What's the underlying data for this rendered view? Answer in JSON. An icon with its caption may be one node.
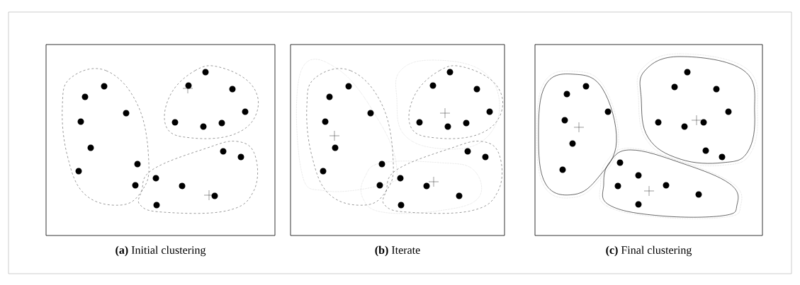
{
  "diagram": {
    "nodes": [
      {
        "text": [
          "**(a)** Initial clustering"
        ]
      },
      {
        "text": [
          "**(b)** Iterate"
        ]
      },
      {
        "text": [
          "**(c)** Final clustering"
        ]
      }
    ]
  }
}
